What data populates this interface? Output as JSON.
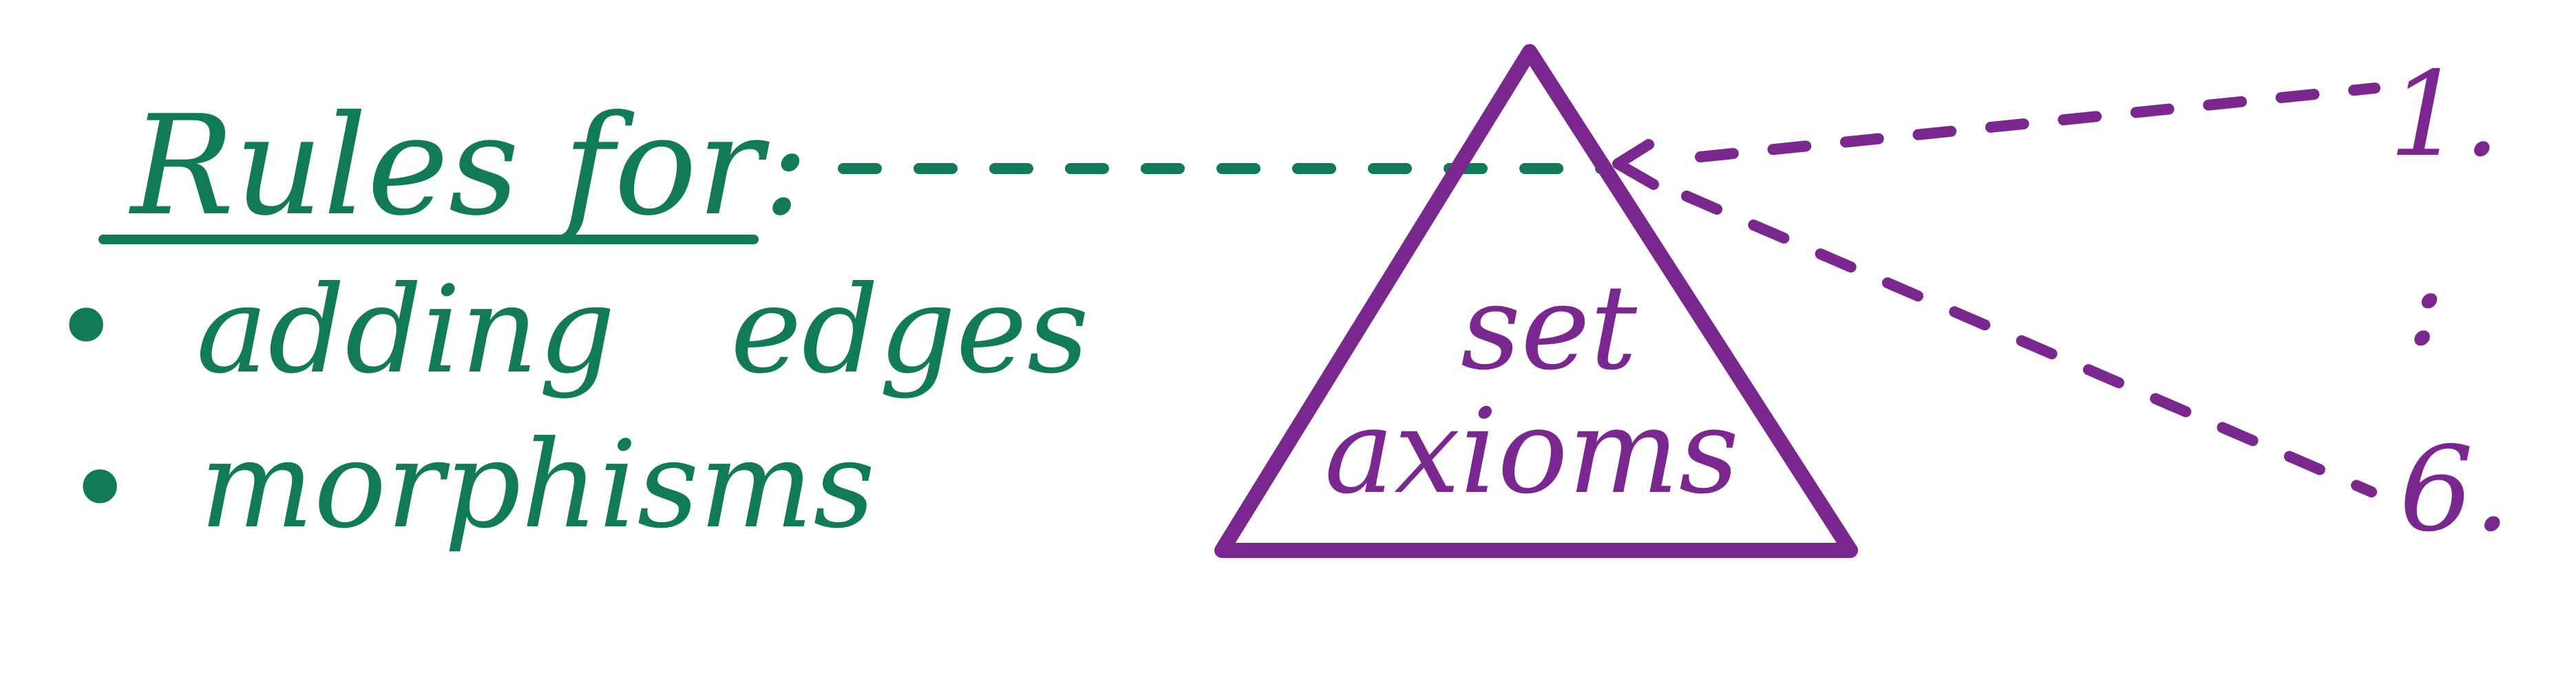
{
  "colors": {
    "green": "#117a58",
    "purple": "#7b2790",
    "background": "#ffffff"
  },
  "left_panel": {
    "heading": "Rules for:",
    "bullets": [
      {
        "marker": "•",
        "text": "adding   edges"
      },
      {
        "marker": "•",
        "text": "morphisms"
      }
    ]
  },
  "triangle": {
    "line1": "set",
    "line2": "axioms"
  },
  "axiom_list": {
    "first": "1.",
    "ellipsis": ":",
    "last": "6."
  }
}
